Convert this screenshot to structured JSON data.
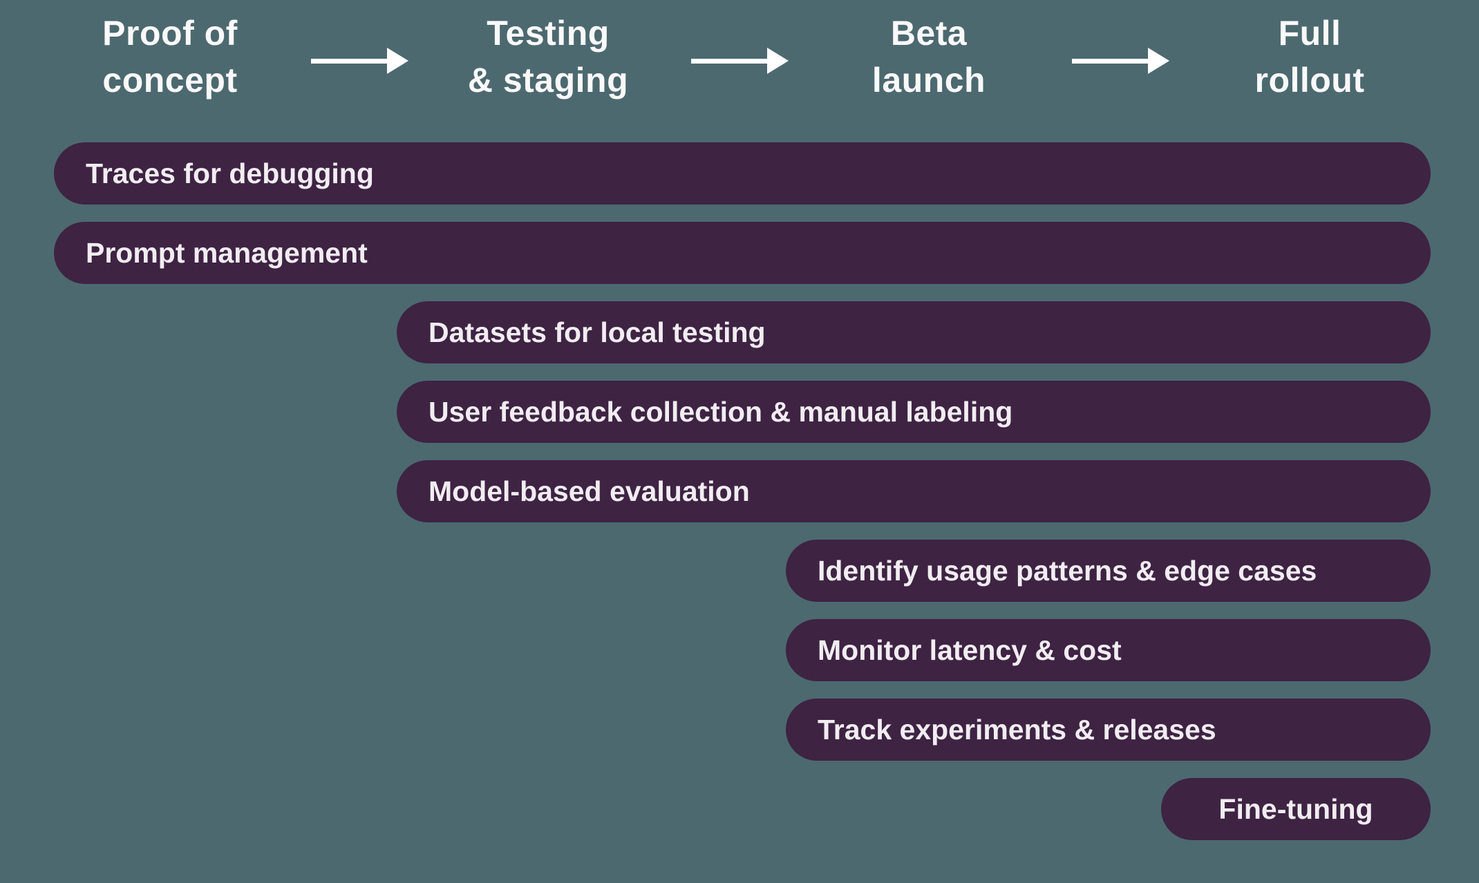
{
  "diagram": {
    "title_implied": "Capabilities across the product development lifecycle",
    "colors": {
      "background": "#4C696F",
      "bar_fill": "#3E2343",
      "bar_text": "#F1EDF1",
      "stage_text": "#FAF9FA",
      "arrow": "#FFFFFF"
    },
    "stages": [
      {
        "id": "proof-of-concept",
        "line1": "Proof of",
        "line2": "concept"
      },
      {
        "id": "testing-staging",
        "line1": "Testing",
        "line2": "& staging"
      },
      {
        "id": "beta-launch",
        "line1": "Beta",
        "line2": "launch"
      },
      {
        "id": "full-rollout",
        "line1": "Full",
        "line2": "rollout"
      }
    ],
    "arrows": [
      {
        "from": "proof-of-concept",
        "to": "testing-staging"
      },
      {
        "from": "testing-staging",
        "to": "beta-launch"
      },
      {
        "from": "beta-launch",
        "to": "full-rollout"
      }
    ],
    "bars": [
      {
        "label": "Traces for debugging",
        "starts_at_stage": "proof-of-concept",
        "ends_at_stage": "full-rollout",
        "text_align": "left"
      },
      {
        "label": "Prompt management",
        "starts_at_stage": "proof-of-concept",
        "ends_at_stage": "full-rollout",
        "text_align": "left"
      },
      {
        "label": "Datasets for local testing",
        "starts_at_stage": "testing-staging",
        "ends_at_stage": "full-rollout",
        "text_align": "left"
      },
      {
        "label": "User feedback collection & manual labeling",
        "starts_at_stage": "testing-staging",
        "ends_at_stage": "full-rollout",
        "text_align": "left"
      },
      {
        "label": "Model-based evaluation",
        "starts_at_stage": "testing-staging",
        "ends_at_stage": "full-rollout",
        "text_align": "left"
      },
      {
        "label": "Identify usage patterns & edge cases",
        "starts_at_stage": "beta-launch",
        "ends_at_stage": "full-rollout",
        "text_align": "left"
      },
      {
        "label": "Monitor latency & cost",
        "starts_at_stage": "beta-launch",
        "ends_at_stage": "full-rollout",
        "text_align": "left"
      },
      {
        "label": "Track experiments & releases",
        "starts_at_stage": "beta-launch",
        "ends_at_stage": "full-rollout",
        "text_align": "left"
      },
      {
        "label": "Fine-tuning",
        "starts_at_stage": "full-rollout",
        "ends_at_stage": "full-rollout",
        "text_align": "center"
      }
    ]
  }
}
